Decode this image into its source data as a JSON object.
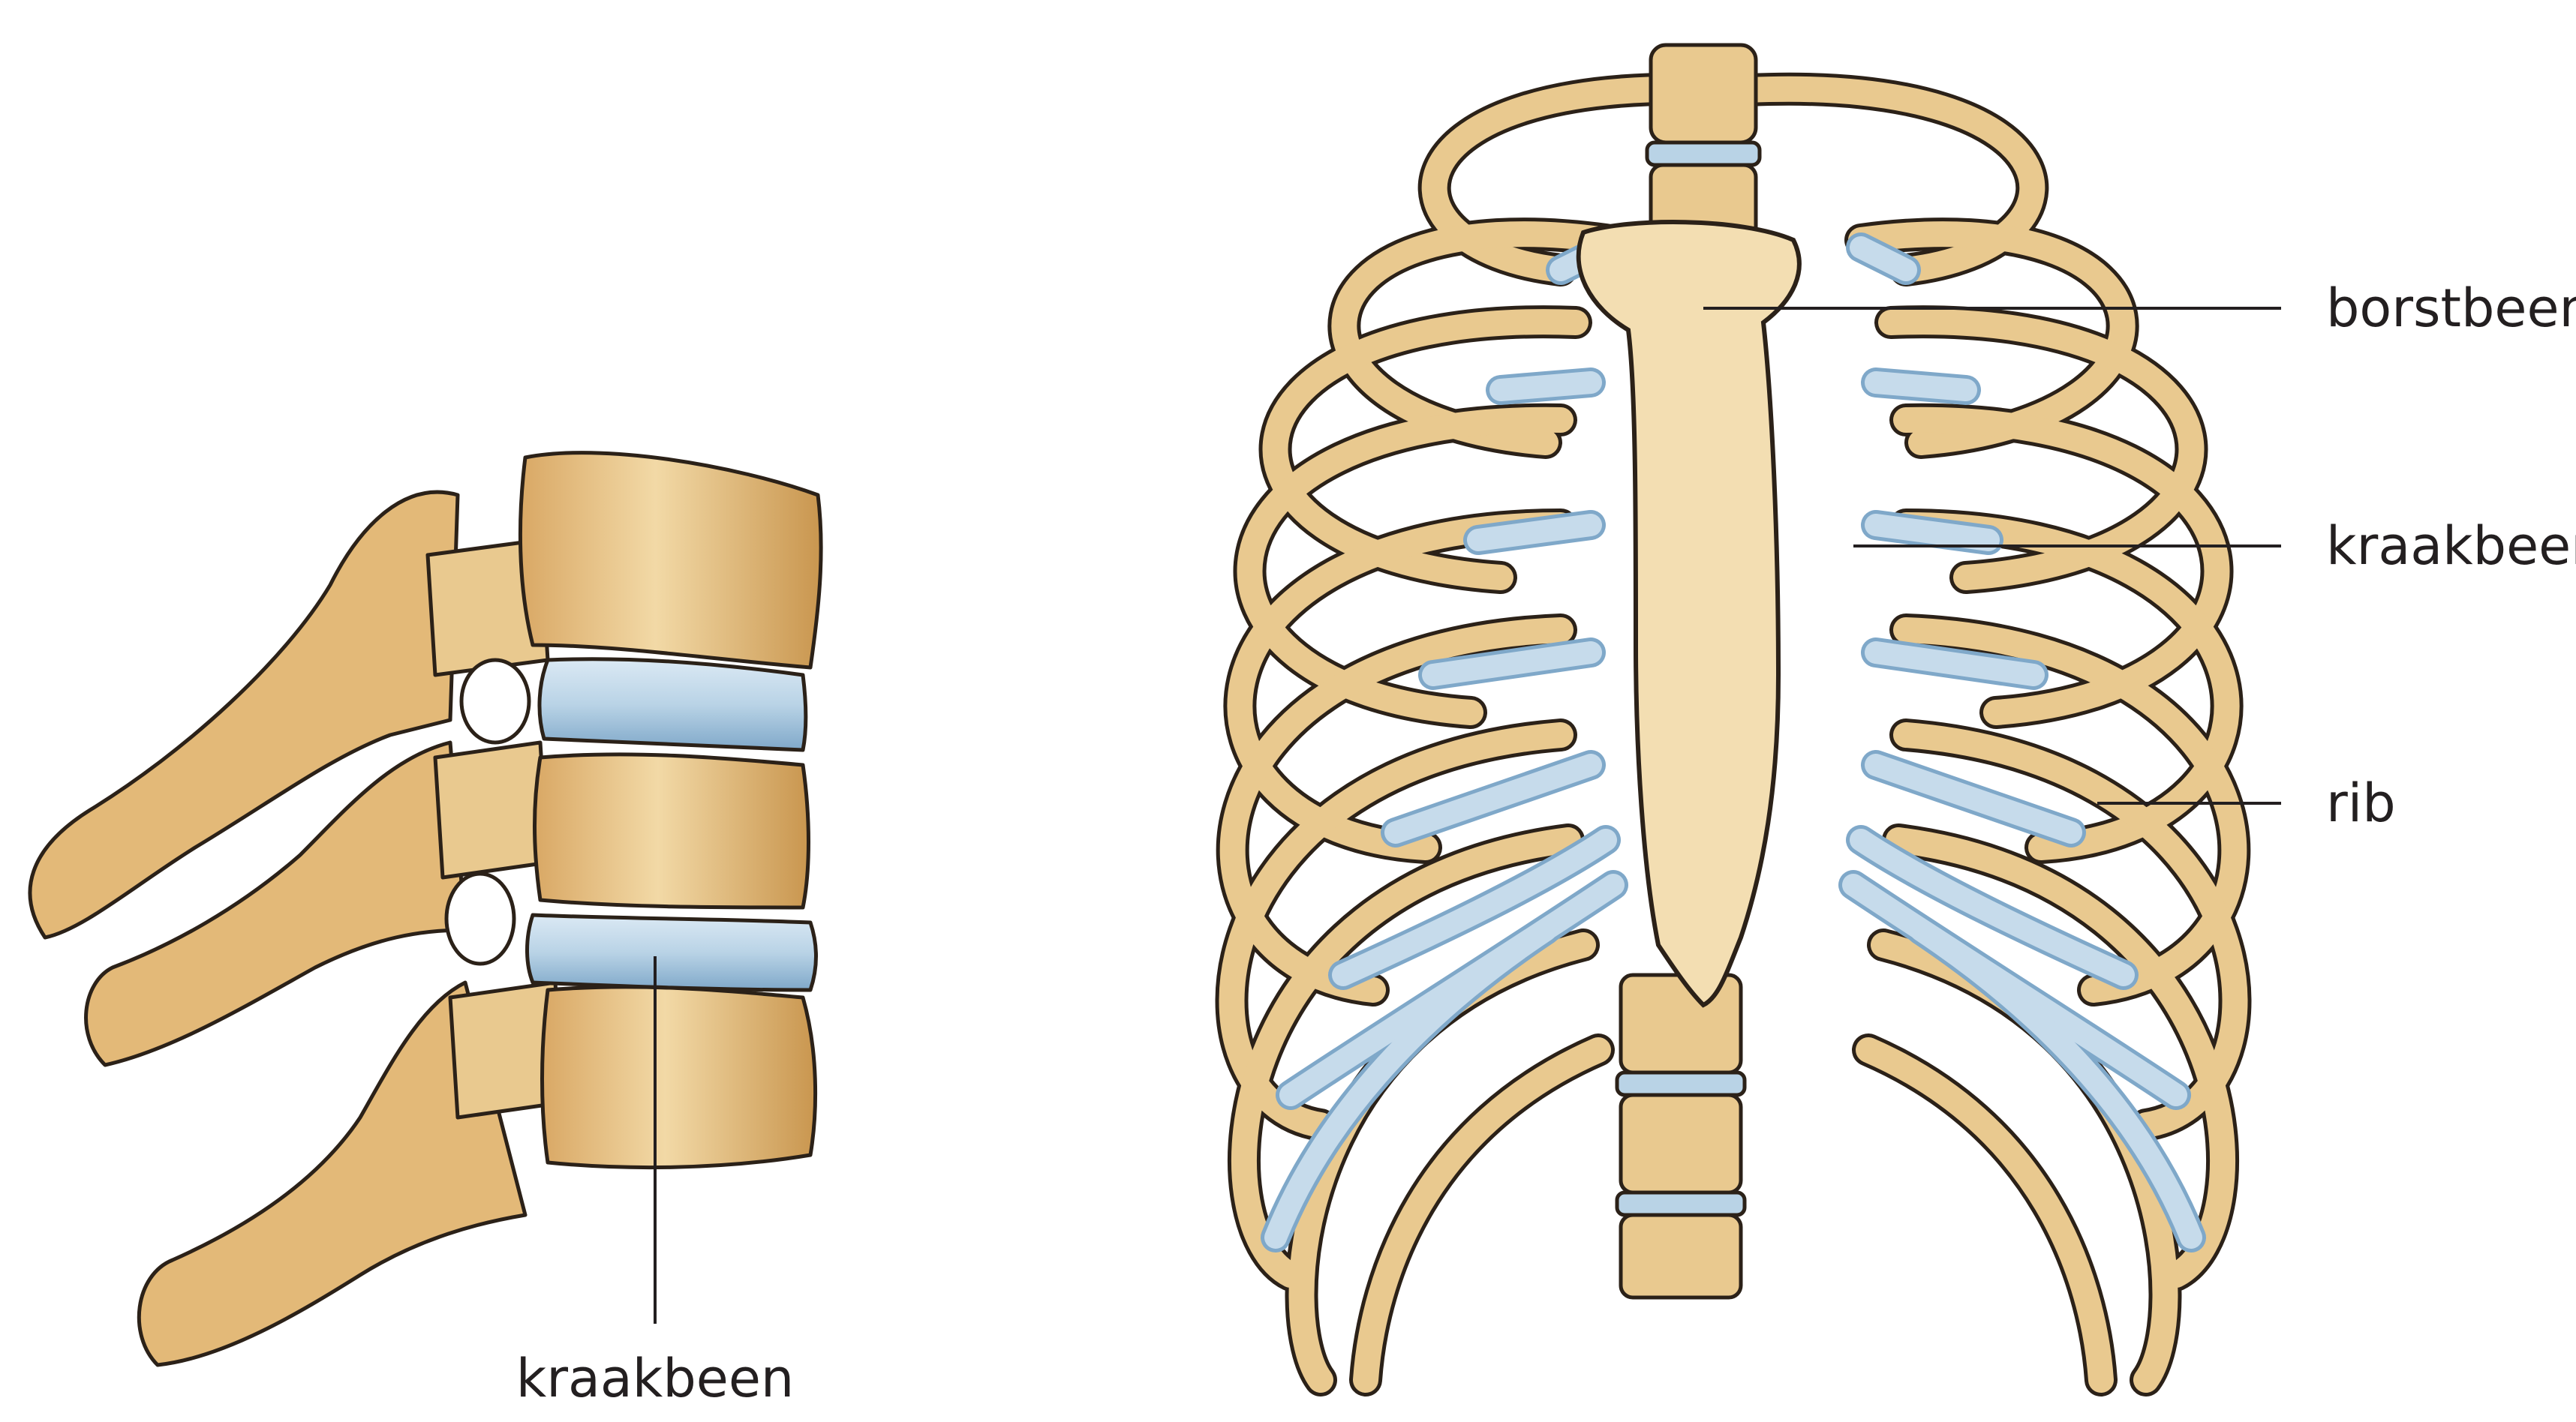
{
  "labels": {
    "spine_cartilage": "kraakbeen",
    "sternum": "borstbeen",
    "rib_cartilage": "kraakbeen",
    "rib": "rib"
  },
  "colors": {
    "bone": "#e9c98f",
    "bone_light": "#f3deb2",
    "bone_shadow": "#c9964f",
    "cartilage": "#b9d3e6",
    "cartilage_dark": "#7fa8c9",
    "outline": "#2b2118",
    "line": "#231f20"
  }
}
